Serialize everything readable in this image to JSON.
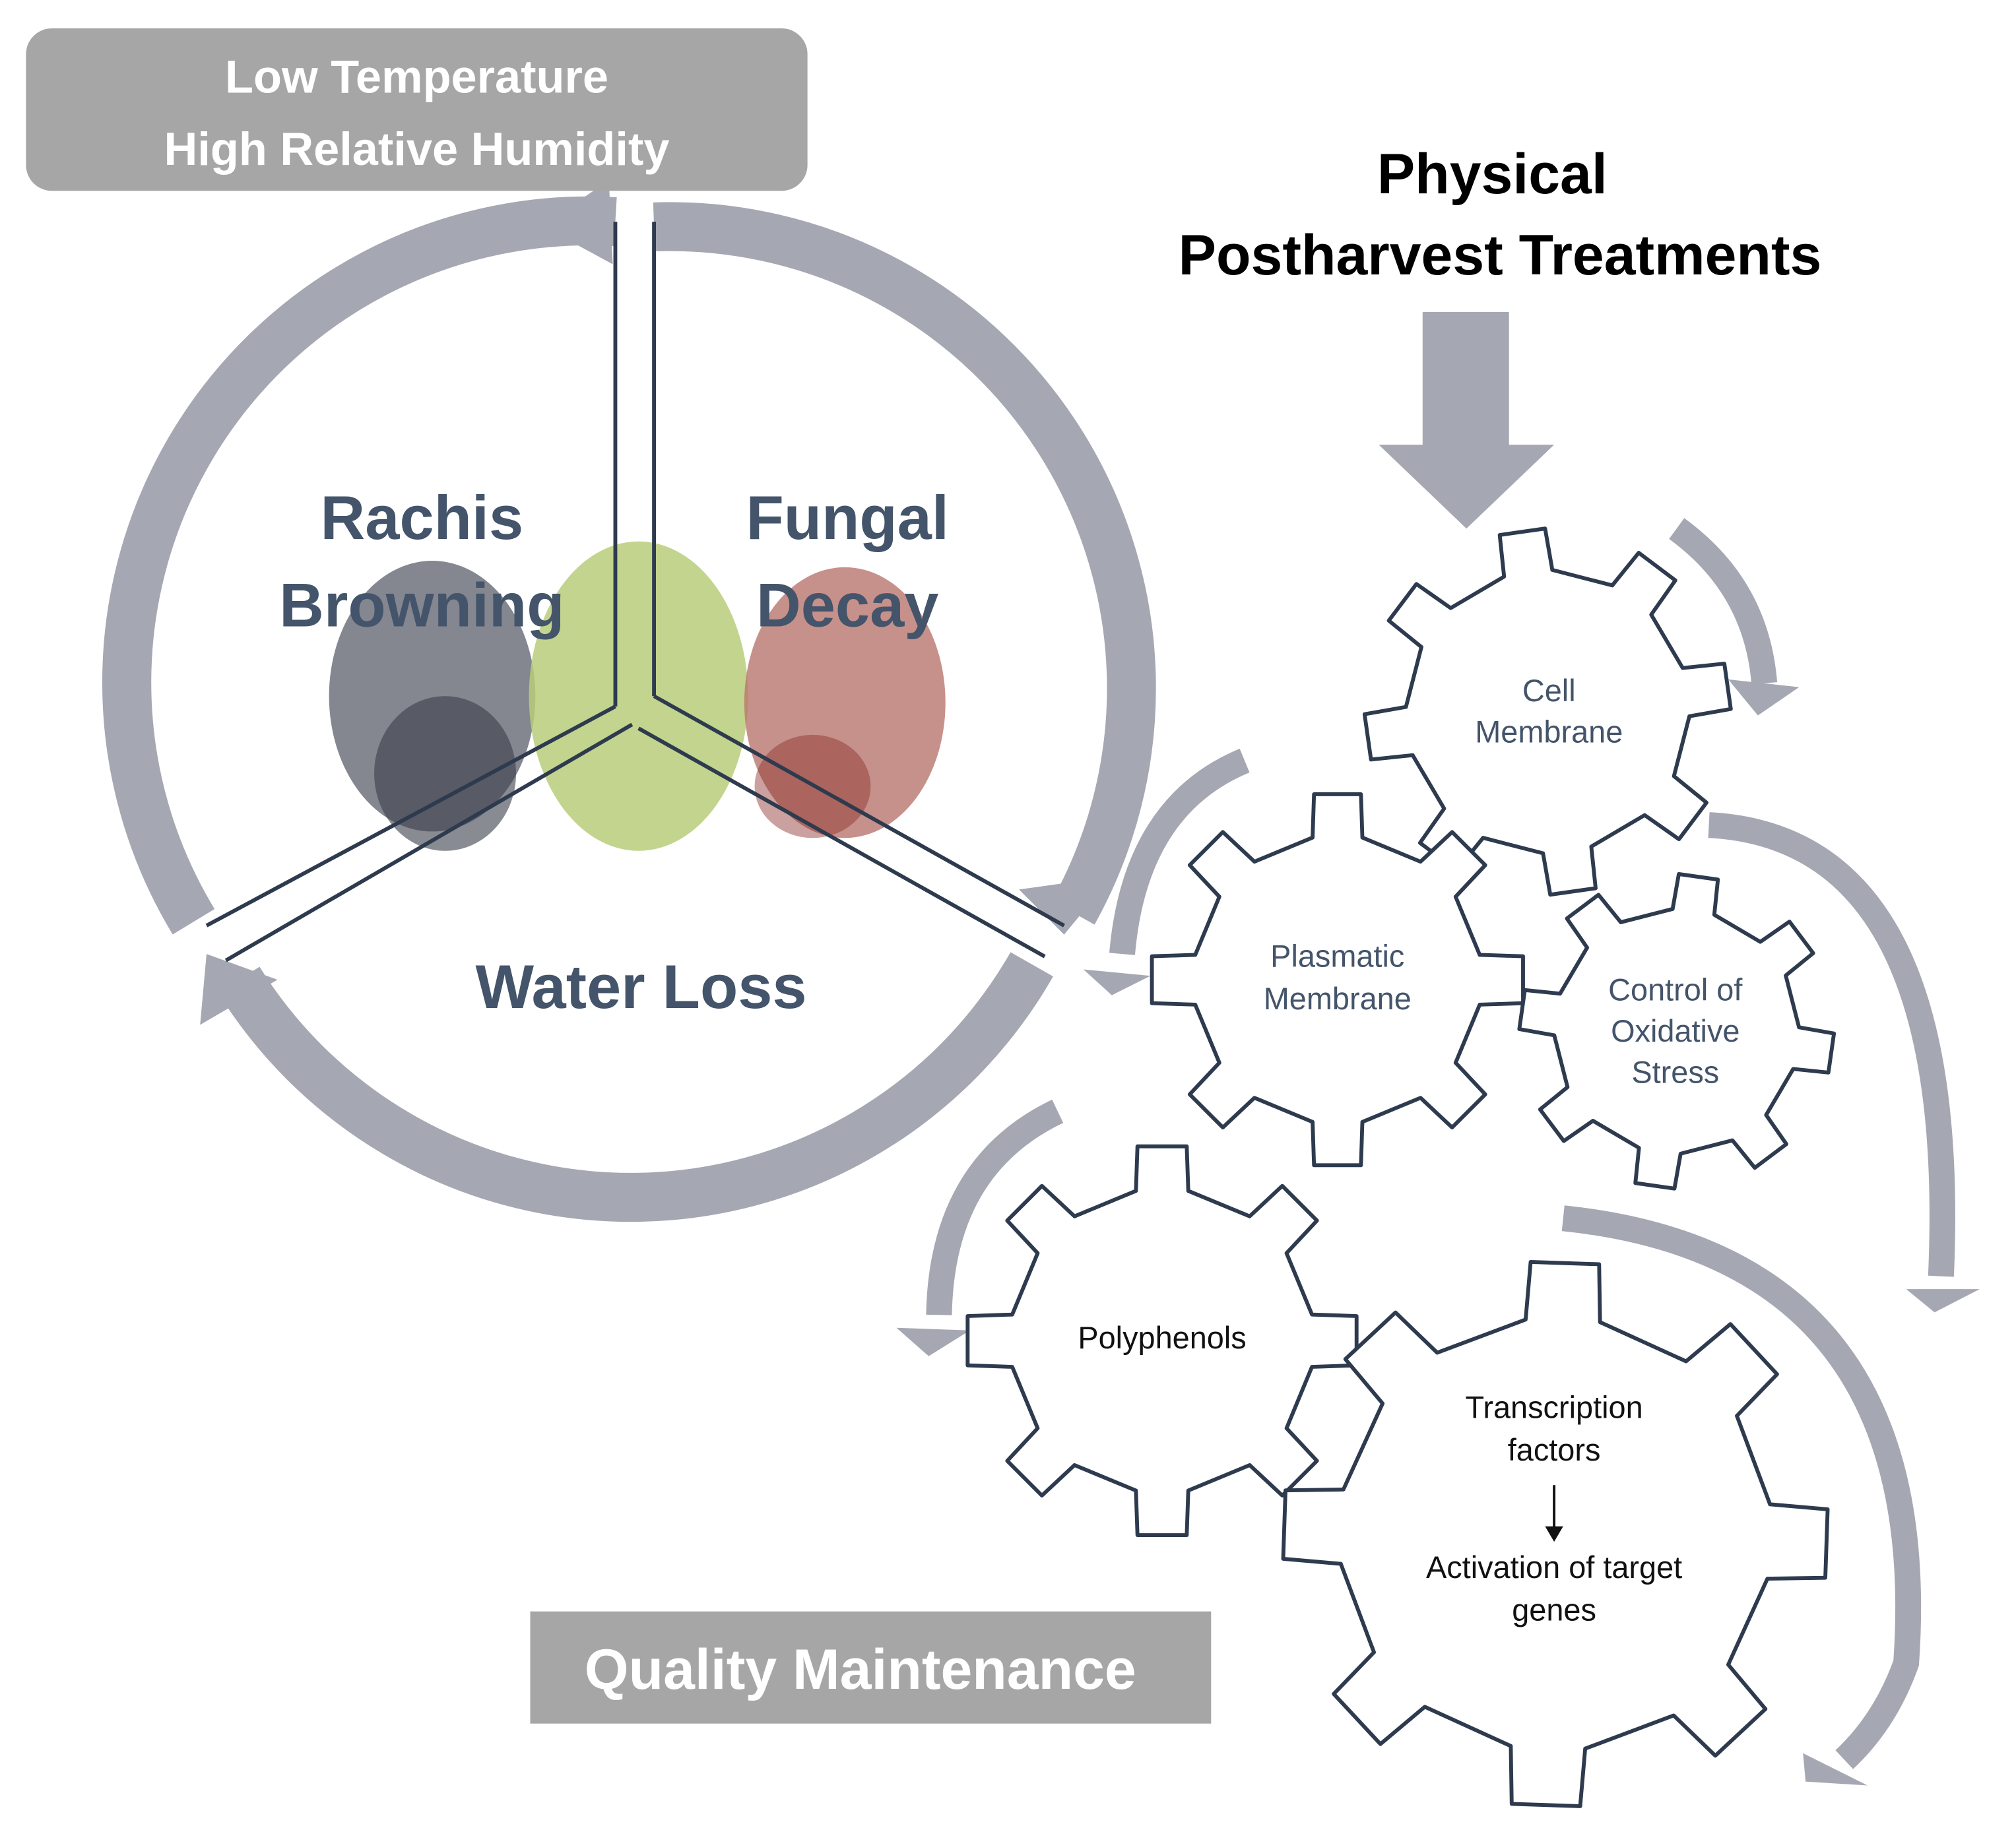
{
  "conditions_box": {
    "line1": "Low Temperature",
    "line2": "High Relative Humidity"
  },
  "sectors": {
    "rachis_browning": {
      "line1": "Rachis",
      "line2": "Browning"
    },
    "fungal_decay": {
      "line1": "Fungal",
      "line2": "Decay"
    },
    "water_loss": {
      "label": "Water Loss"
    }
  },
  "treatments_title": {
    "line1": "Physical",
    "line2": "Postharvest Treatments"
  },
  "gears": {
    "cell_membrane": {
      "line1": "Cell",
      "line2": "Membrane"
    },
    "plasmatic_membrane": {
      "line1": "Plasmatic",
      "line2": "Membrane"
    },
    "oxidative_stress": {
      "line1": "Control of",
      "line2": "Oxidative",
      "line3": "Stress"
    },
    "polyphenols": {
      "label": "Polyphenols"
    },
    "transcription": {
      "line1": "Transcription",
      "line2": "factors",
      "line3": "Activation of target",
      "line4": "genes"
    }
  },
  "quality_box": {
    "label": "Quality Maintenance"
  },
  "colors": {
    "arrow_gray": "#a5a8b2",
    "box_gray": "#a6a6a6",
    "outline_navy": "#2e3b4e",
    "text_slate": "#44546a"
  }
}
